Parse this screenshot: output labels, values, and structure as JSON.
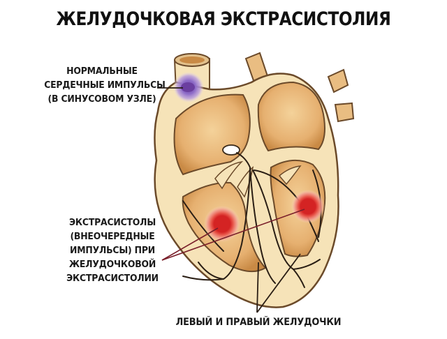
{
  "title": "ЖЕЛУДОЧКОВАЯ ЭКСТРАСИСТОЛИЯ",
  "labels": {
    "normal_impulses": {
      "lines": [
        "НОРМАЛЬНЫЕ",
        "СЕРДЕЧНЫЕ ИМПУЛЬСЫ",
        "(В СИНУСОВОМ УЗЛЕ)"
      ]
    },
    "extrasystoles": {
      "lines": [
        "ЭКСТРАСИСТОЛЫ",
        "(ВНЕОЧЕРЕДНЫЕ",
        "ИМПУЛЬСЫ) ПРИ",
        "ЖЕЛУДОЧКОВОЙ",
        "ЭКСТРАСИСТОЛИИ"
      ]
    },
    "ventricles": {
      "text": "ЛЕВЫЙ И ПРАВЫЙ ЖЕЛУДОЧКИ"
    }
  },
  "colors": {
    "heart_wall": "#f6e3b8",
    "heart_outline": "#6b4a2a",
    "chamber": "#e8b372",
    "chamber_dark": "#c98a45",
    "sinus_node": "#6b3fa0",
    "sinus_glow": "#b79be0",
    "ectopic_focus": "#d42323",
    "ectopic_glow": "#f19a8f",
    "leader_line": "#7a1f2a"
  }
}
